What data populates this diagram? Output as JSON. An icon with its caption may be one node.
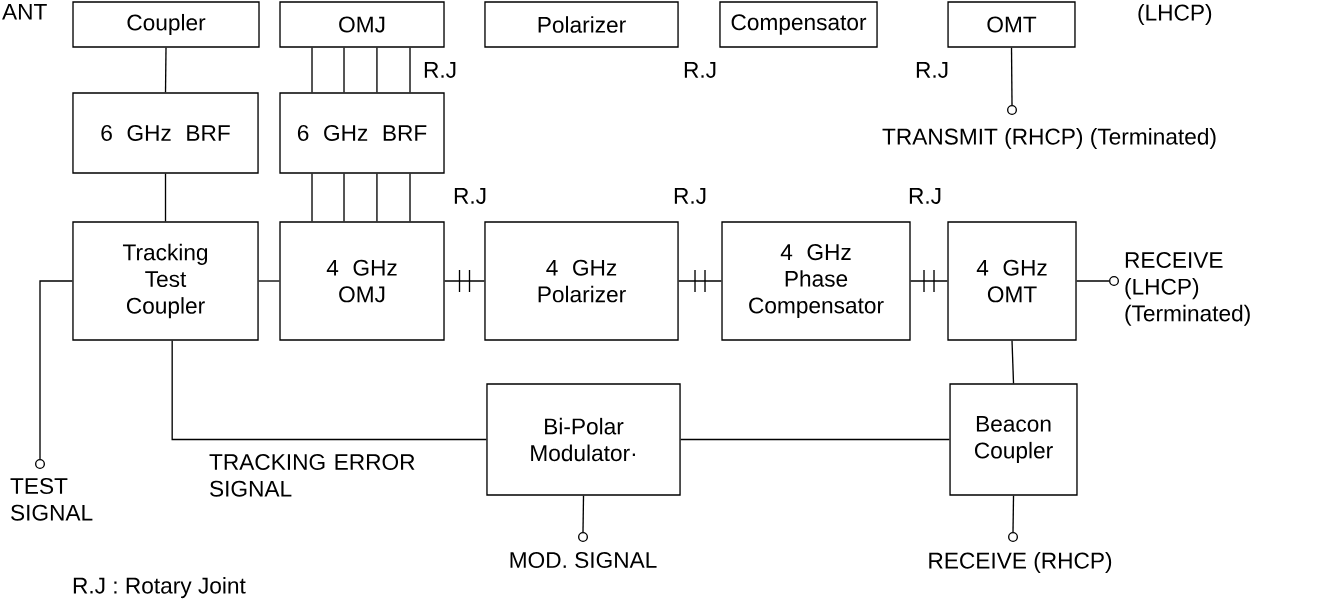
{
  "diagram": {
    "nodes": [
      {
        "text": [
          "Coupler"
        ]
      },
      {
        "text": [
          "OMJ"
        ]
      },
      {
        "text": [
          "Polarizer"
        ]
      },
      {
        "text": [
          "Compensator"
        ]
      },
      {
        "text": [
          "OMT"
        ]
      },
      {
        "text": [
          "6 GHz BRF"
        ]
      },
      {
        "text": [
          "6 GHz BRF"
        ]
      },
      {
        "text": [
          "Tracking Test Coupler"
        ]
      },
      {
        "text": [
          "4 GHz OMJ"
        ]
      },
      {
        "text": [
          "4 GHz Polarizer"
        ]
      },
      {
        "text": [
          "4 GHz Phase Compensator"
        ]
      },
      {
        "text": [
          "4 GHz OMT"
        ]
      },
      {
        "text": [
          "Bi-Polar Modulator·"
        ]
      },
      {
        "text": [
          "Beacon Coupler"
        ]
      },
      {
        "text": [],
        "shape": "circle",
        "beside": [
          "TRANSMIT (RHCP) (Terminated)"
        ]
      },
      {
        "text": [],
        "shape": "circle",
        "beside": [
          "RECEIVE (LHCP) (Terminated)"
        ]
      },
      {
        "text": [],
        "shape": "circle",
        "beside": [
          "TEST SIGNAL"
        ]
      },
      {
        "text": [],
        "shape": "circle",
        "beside": [
          "MOD. SIGNAL"
        ]
      },
      {
        "text": [],
        "shape": "circle",
        "beside": [
          "RECEIVE (RHCP)"
        ]
      }
    ],
    "edges": [
      {
        "from": 0,
        "to": 5,
        "arrow": "none"
      },
      {
        "from": 1,
        "to": 6,
        "arrow": "none"
      },
      {
        "from": 1,
        "to": 6,
        "arrow": "none"
      },
      {
        "from": 1,
        "to": 6,
        "arrow": "none"
      },
      {
        "from": 1,
        "to": 6,
        "arrow": "none"
      },
      {
        "from": 5,
        "to": 7,
        "arrow": "none"
      },
      {
        "from": 6,
        "to": 8,
        "arrow": "none"
      },
      {
        "from": 6,
        "to": 8,
        "arrow": "none"
      },
      {
        "from": 6,
        "to": 8,
        "arrow": "none"
      },
      {
        "from": 6,
        "to": 8,
        "arrow": "none"
      },
      {
        "from": 7,
        "to": 8,
        "arrow": "none"
      },
      {
        "from": 8,
        "to": 9,
        "arrow": "none"
      },
      {
        "from": 9,
        "to": 10,
        "arrow": "none"
      },
      {
        "from": 10,
        "to": 11,
        "arrow": "none"
      },
      {
        "from": 11,
        "to": 15,
        "arrow": "none"
      },
      {
        "from": 11,
        "to": 13,
        "arrow": "none"
      },
      {
        "from": 7,
        "to": 12,
        "arrow": "none",
        "label": "TRACKING ERROR SIGNAL"
      },
      {
        "from": 12,
        "to": 13,
        "arrow": "none"
      },
      {
        "from": 13,
        "to": 18,
        "arrow": "none"
      },
      {
        "from": 12,
        "to": 17,
        "arrow": "none"
      },
      {
        "from": 7,
        "to": 16,
        "arrow": "none"
      },
      {
        "from": 4,
        "to": 14,
        "arrow": "none"
      }
    ],
    "labels": [
      "ANT",
      "(LHCP)",
      "R.J",
      "R.J",
      "R.J",
      "R.J",
      "R.J",
      "R.J",
      "R.J : Rotary Joint"
    ]
  }
}
